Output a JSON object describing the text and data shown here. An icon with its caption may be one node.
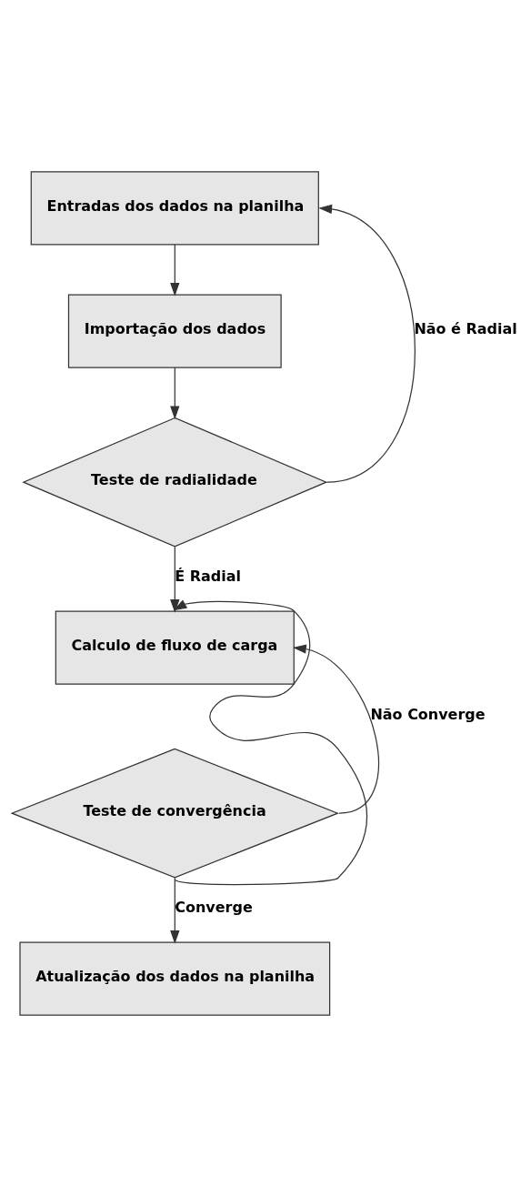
{
  "diagram": {
    "nodes": [
      {
        "text": [
          "Entradas dos dados na planilha"
        ]
      },
      {
        "text": [
          "Importação dos dados"
        ]
      },
      {
        "text": [
          "Teste de radialidade"
        ]
      },
      {
        "text": [
          "Calculo de fluxo de carga"
        ]
      },
      {
        "text": [
          "Teste de convergência"
        ]
      },
      {
        "text": [
          "Atualização dos dados na planilha"
        ]
      }
    ],
    "edges": [
      {
        "from": 0,
        "to": 1,
        "arrow": "to"
      },
      {
        "from": 1,
        "to": 2,
        "arrow": "to"
      },
      {
        "from": 2,
        "to": 0,
        "arrow": "to",
        "label": "Não é Radial"
      },
      {
        "from": 2,
        "to": 3,
        "arrow": "to",
        "label": "É Radial"
      },
      {
        "from": 4,
        "to": 3,
        "arrow": "to"
      },
      {
        "from": 4,
        "to": 3,
        "arrow": "to",
        "label": "Não Converge"
      },
      {
        "from": 4,
        "to": 5,
        "arrow": "to",
        "label": "Converge"
      }
    ]
  }
}
